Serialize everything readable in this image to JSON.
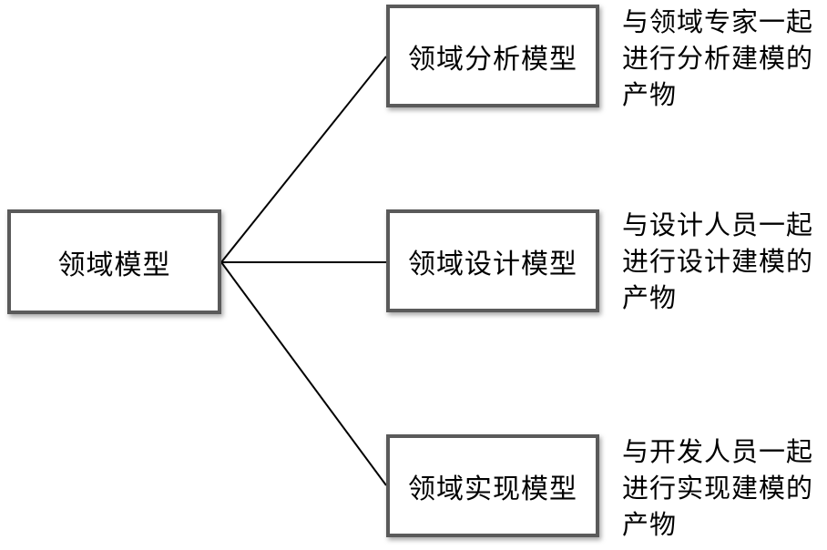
{
  "diagram": {
    "type": "tree",
    "root": {
      "label": "领域模型"
    },
    "children": [
      {
        "label": "领域分析模型",
        "note": "与领域专家一起进行分析建模的产物",
        "note_lines": [
          "与领域专家一起",
          "进行分析建模的",
          "产物"
        ]
      },
      {
        "label": "领域设计模型",
        "note": "与设计人员一起进行设计建模的产物",
        "note_lines": [
          "与设计人员一起",
          "进行设计建模的",
          "产物"
        ]
      },
      {
        "label": "领域实现模型",
        "note": "与开发人员一起进行实现建模的产物",
        "note_lines": [
          "与开发人员一起",
          "进行实现建模的",
          "产物"
        ]
      }
    ],
    "colors": {
      "box_fill": "#ffffff",
      "box_border": "#5a5a5a",
      "connector": "#000000",
      "text": "#000000",
      "background": "#ffffff"
    }
  }
}
